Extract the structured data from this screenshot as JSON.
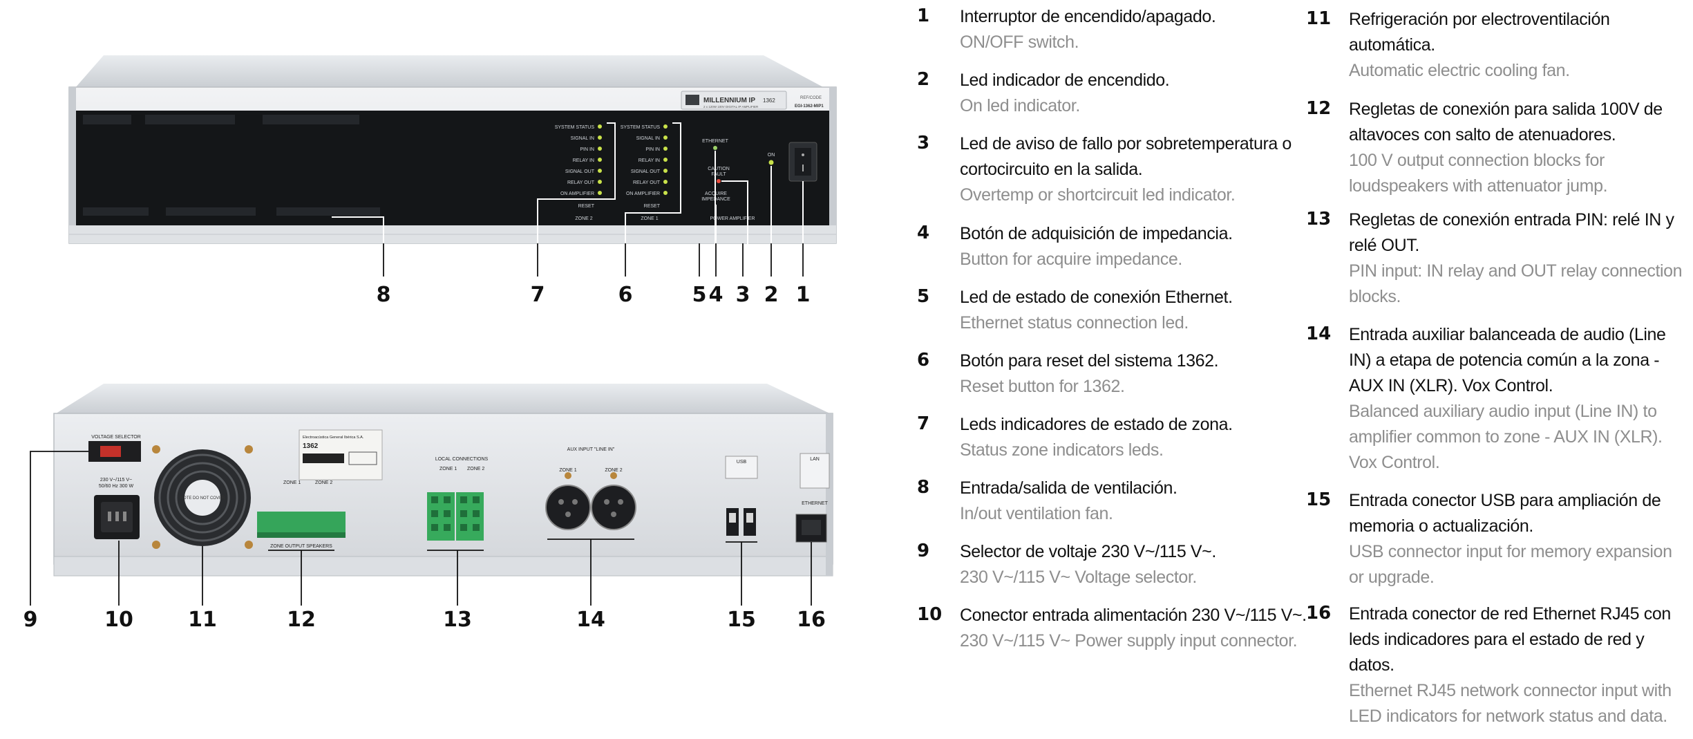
{
  "front_labels": {
    "led_names": [
      "SYSTEM STATUS",
      "SIGNAL IN",
      "PIN IN",
      "RELAY IN",
      "SIGNAL OUT",
      "RELAY OUT",
      "ON AMPLIFIER"
    ],
    "reset": "RESET",
    "zone2": "ZONE 2",
    "zone1": "ZONE 1",
    "ethernet": "ETHERNET",
    "caution": "CAUTION",
    "fault": "FAULT",
    "acquire": "ACQUIRE",
    "impedance": "IMPEDANCE",
    "on": "ON",
    "power_amplifier": "POWER AMPLIFIER",
    "brand": "MILLENNIUM IP",
    "brand_model": "1362",
    "brand_sub": "2 x 120W 100V DIGITAL IP AMPLIFIER",
    "ref_label": "REF/CODE",
    "ref_code": "EGI-1362-MIP1"
  },
  "rear_labels": {
    "voltage_selector": "VOLTAGE SELECTOR",
    "v230": "230 V~/115 V~",
    "v_hz": "50/60 Hz 300 W",
    "fan_warn": "NOTE DO NOT COVER",
    "plate_company": "Electroacústica General Ibérica S.A.",
    "plate_model": "1362",
    "zone1": "ZONE 1",
    "zone2": "ZONE 2",
    "zone_output_speakers": "ZONE OUTPUT SPEAKERS",
    "local_connections": "LOCAL CONNECTIONS",
    "aux_input": "AUX INPUT \"LINE IN\"",
    "usb": "USB",
    "lan": "LAN",
    "ethernet": "ETHERNET"
  },
  "callouts_front": [
    "8",
    "7",
    "6",
    "5",
    "4",
    "3",
    "2",
    "1"
  ],
  "callouts_rear": [
    "9",
    "10",
    "11",
    "12",
    "13",
    "14",
    "15",
    "16"
  ],
  "legend": [
    {
      "num": "1",
      "es": "Interruptor de encendido/apagado.",
      "en": "ON/OFF switch."
    },
    {
      "num": "2",
      "es": "Led indicador de encendido.",
      "en": "On led indicator."
    },
    {
      "num": "3",
      "es": "Led de aviso de fallo por sobretemperatura o cortocircuito en la salida.",
      "en": "Overtemp or shortcircuit led indicator."
    },
    {
      "num": "4",
      "es": "Botón de adquisición de impedancia.",
      "en": "Button for acquire impedance."
    },
    {
      "num": "5",
      "es": "Led de estado de conexión Ethernet.",
      "en": "Ethernet status connection led."
    },
    {
      "num": "6",
      "es": "Botón para reset del sistema 1362.",
      "en": "Reset button for 1362."
    },
    {
      "num": "7",
      "es": "Leds indicadores de estado de zona.",
      "en": "Status zone indicators leds."
    },
    {
      "num": "8",
      "es": "Entrada/salida de ventilación.",
      "en": "In/out ventilation fan."
    },
    {
      "num": "9",
      "es": "Selector de voltaje 230 V~/115 V~.",
      "en": "230 V~/115 V~ Voltage selector."
    },
    {
      "num": "10",
      "es": "Conector entrada alimentación 230 V~/115 V~.",
      "en": "230 V~/115 V~ Power supply input connector."
    },
    {
      "num": "11",
      "es": "Refrigeración por electroventilación automática.",
      "en": "Automatic electric cooling fan."
    },
    {
      "num": "12",
      "es": "Regletas de conexión para salida 100V de altavoces con salto de atenuadores.",
      "en": "100 V output connection blocks for loudspeakers with attenuator jump."
    },
    {
      "num": "13",
      "es": "Regletas de conexión entrada PIN: relé IN y relé OUT.",
      "en": "PIN input: IN relay and OUT relay connection blocks."
    },
    {
      "num": "14",
      "es": "Entrada auxiliar balanceada de audio (Line IN) a etapa de potencia común a la zona - AUX IN (XLR). Vox Control.",
      "en": "Balanced auxiliary audio input (Line IN) to amplifier common to zone - AUX IN (XLR). Vox Control."
    },
    {
      "num": "15",
      "es": "Entrada conector USB para ampliación de memoria o actualización.",
      "en": "USB connector input for memory expansion or upgrade."
    },
    {
      "num": "16",
      "es": "Entrada conector de red Ethernet RJ45 con leds indicadores para el estado de red y datos.",
      "en": "Ethernet RJ45 network connector input with LED indicators for network status and data."
    }
  ]
}
